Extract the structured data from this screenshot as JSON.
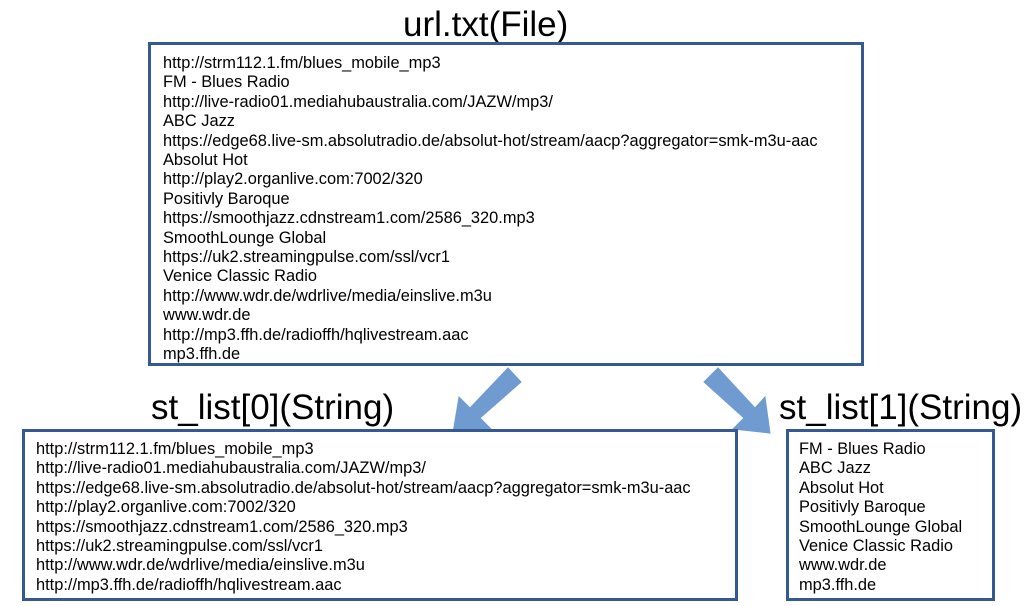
{
  "colors": {
    "box_border": "#355a93",
    "arrow_fill": "#6f9bd0"
  },
  "file": {
    "title": "url.txt(File)",
    "lines": [
      "http://strm112.1.fm/blues_mobile_mp3",
      "FM - Blues Radio",
      "http://live-radio01.mediahubaustralia.com/JAZW/mp3/",
      "ABC Jazz",
      "https://edge68.live-sm.absolutradio.de/absolut-hot/stream/aacp?aggregator=smk-m3u-aac",
      "Absolut Hot",
      "http://play2.organlive.com:7002/320",
      "Positivly Baroque",
      "https://smoothjazz.cdnstream1.com/2586_320.mp3",
      "SmoothLounge Global",
      "https://uk2.streamingpulse.com/ssl/vcr1",
      "Venice Classic Radio",
      "http://www.wdr.de/wdrlive/media/einslive.m3u",
      "www.wdr.de",
      "http://mp3.ffh.de/radioffh/hqlivestream.aac",
      "mp3.ffh.de"
    ]
  },
  "list0": {
    "title": "st_list[0](String)",
    "lines": [
      "http://strm112.1.fm/blues_mobile_mp3",
      "http://live-radio01.mediahubaustralia.com/JAZW/mp3/",
      "https://edge68.live-sm.absolutradio.de/absolut-hot/stream/aacp?aggregator=smk-m3u-aac",
      "http://play2.organlive.com:7002/320",
      "https://smoothjazz.cdnstream1.com/2586_320.mp3",
      "https://uk2.streamingpulse.com/ssl/vcr1",
      "http://www.wdr.de/wdrlive/media/einslive.m3u",
      "http://mp3.ffh.de/radioffh/hqlivestream.aac"
    ]
  },
  "list1": {
    "title": "st_list[1](String)",
    "lines": [
      "FM - Blues Radio",
      "ABC Jazz",
      "Absolut Hot",
      "Positivly Baroque",
      "SmoothLounge Global",
      "Venice Classic Radio",
      "www.wdr.de",
      "mp3.ffh.de"
    ]
  }
}
